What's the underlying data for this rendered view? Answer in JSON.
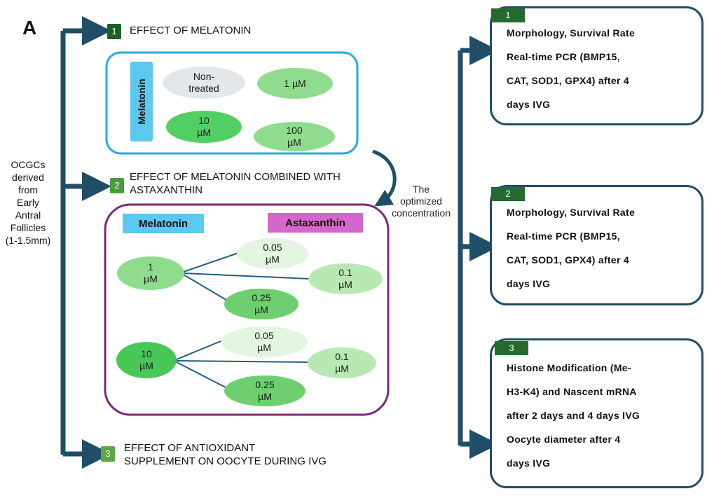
{
  "panel_label": "A",
  "source": {
    "lines": [
      "OCGCs",
      "derived",
      "from",
      "Early",
      "Antral",
      "Follicles",
      "(1-1.5mm)"
    ]
  },
  "steps": [
    {
      "number": "1",
      "title_lines": [
        "EFFECT OF MELATONIN"
      ],
      "badge_color": "#1f5e2a"
    },
    {
      "number": "2",
      "title_lines": [
        "EFFECT OF MELATONIN COMBINED WITH",
        "ASTAXANTHIN"
      ],
      "badge_color": "#4a9e3a"
    },
    {
      "number": "3",
      "title_lines": [
        "EFFECT OF ANTIOXIDANT",
        "SUPPLEMENT ON OOCYTE DURING IVG"
      ],
      "badge_color": "#5aa83f"
    }
  ],
  "experiment1": {
    "side_label": "Melatonin",
    "groups": [
      {
        "label_lines": [
          "Non-",
          "treated"
        ],
        "color": "#e4e7ea"
      },
      {
        "label_lines": [
          "1 µM"
        ],
        "color": "#8fdc8f"
      },
      {
        "label_lines": [
          "10",
          "µM"
        ],
        "color": "#52cf62"
      },
      {
        "label_lines": [
          "100",
          "µM"
        ],
        "color": "#8fdc8f"
      }
    ]
  },
  "curve_label_lines": [
    "The",
    "optimized",
    "concentration"
  ],
  "experiment2": {
    "melatonin_label": "Melatonin",
    "astaxanthin_label": "Astaxanthin",
    "melatonin_color": "#5bc8ee",
    "astaxanthin_color": "#d666cc",
    "branches": [
      {
        "source": {
          "label_lines": [
            "1",
            "µM"
          ],
          "color": "#8fdc8f"
        },
        "targets": [
          {
            "label_lines": [
              "0.05",
              "µM"
            ],
            "color": "#e3f5e0"
          },
          {
            "label_lines": [
              "0.1",
              "µM"
            ],
            "color": "#b9e9b2"
          },
          {
            "label_lines": [
              "0.25",
              "µM"
            ],
            "color": "#6dcf6d"
          }
        ]
      },
      {
        "source": {
          "label_lines": [
            "10",
            "µM"
          ],
          "color": "#48c859"
        },
        "targets": [
          {
            "label_lines": [
              "0.05",
              "µM"
            ],
            "color": "#e3f5e0"
          },
          {
            "label_lines": [
              "0.1",
              "µM"
            ],
            "color": "#b9e9b2"
          },
          {
            "label_lines": [
              "0.25",
              "µM"
            ],
            "color": "#6dcf6d"
          }
        ]
      }
    ]
  },
  "outcomes": [
    {
      "number": "1",
      "lines": [
        "Morphology, Survival Rate",
        "Real-time PCR (BMP15,",
        "CAT, SOD1, GPX4) after 4",
        "days IVG"
      ]
    },
    {
      "number": "2",
      "lines": [
        "Morphology, Survival Rate",
        "Real-time PCR (BMP15,",
        "CAT, SOD1, GPX4) after 4",
        "days IVG"
      ]
    },
    {
      "number": "3",
      "lines": [
        "Histone Modification (Me-",
        "H3-K4) and  Nascent mRNA",
        "after 2 days and 4 days IVG",
        "Oocyte diameter after 4",
        "days IVG"
      ]
    }
  ],
  "colors": {
    "arrow": "#1f4e66",
    "box1_border": "#2aa9de",
    "box2_border": "#7a2a7a",
    "outcome_border": "#1f4e66"
  }
}
